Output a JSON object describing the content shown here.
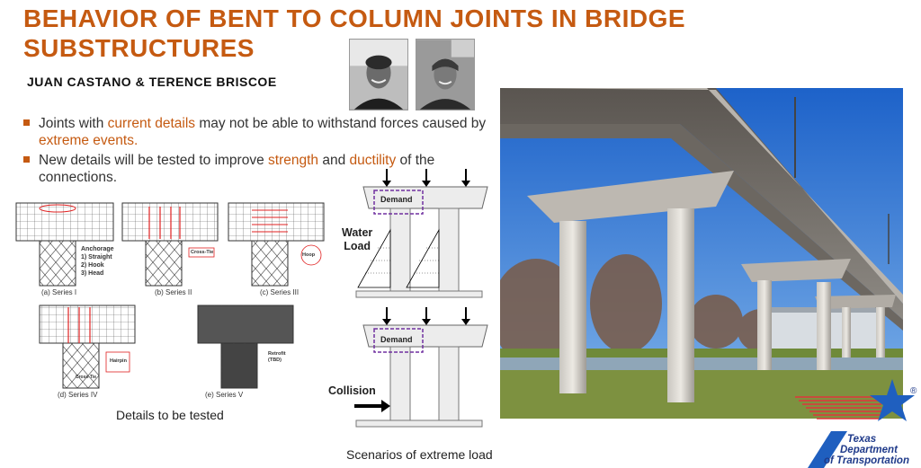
{
  "title": "BEHAVIOR OF BENT TO COLUMN JOINTS IN BRIDGE SUBSTRUCTURES",
  "authors": "JUAN CASTANO & TERENCE BRISCOE",
  "bullets": [
    {
      "pre": "Joints with ",
      "hl1": "current details",
      "mid": " may not be able to withstand forces caused by ",
      "hl2": "extreme events.",
      "post": ""
    },
    {
      "pre": "New details will be tested to improve ",
      "hl1": "strength",
      "mid": " and ",
      "hl2": "ductility",
      "post": " of the connections."
    }
  ],
  "details": {
    "series": [
      {
        "caption": "(a) Series I",
        "note": "Anchorage\n1) Straight\n2) Hook\n3) Head"
      },
      {
        "caption": "(b) Series II",
        "note": "Cross-Tie"
      },
      {
        "caption": "(c) Series III",
        "note": "Hoop"
      },
      {
        "caption": "(d) Series IV",
        "note": "Hairpin",
        "note2": "Cross-Tie"
      },
      {
        "caption": "(e) Series V",
        "note": "Retrofit\n(TBD)"
      }
    ],
    "caption": "Details to be tested"
  },
  "scenarios": {
    "demand_label": "Demand",
    "water_load_label": "Water\nLoad",
    "collision_label": "Collision",
    "caption": "Scenarios of extreme load"
  },
  "logo": {
    "line1": "Texas",
    "line2": "Department",
    "line3": "of Transportation",
    "reg": "®"
  },
  "colors": {
    "title": "#c55a11",
    "accent": "#c55a11",
    "demand_box": "#7030a0",
    "txdot_blue": "#1f3a8a",
    "txdot_red": "#e0363c"
  },
  "icons": [
    "person-photo-icon",
    "bridge-photo-icon",
    "texas-star-icon"
  ]
}
